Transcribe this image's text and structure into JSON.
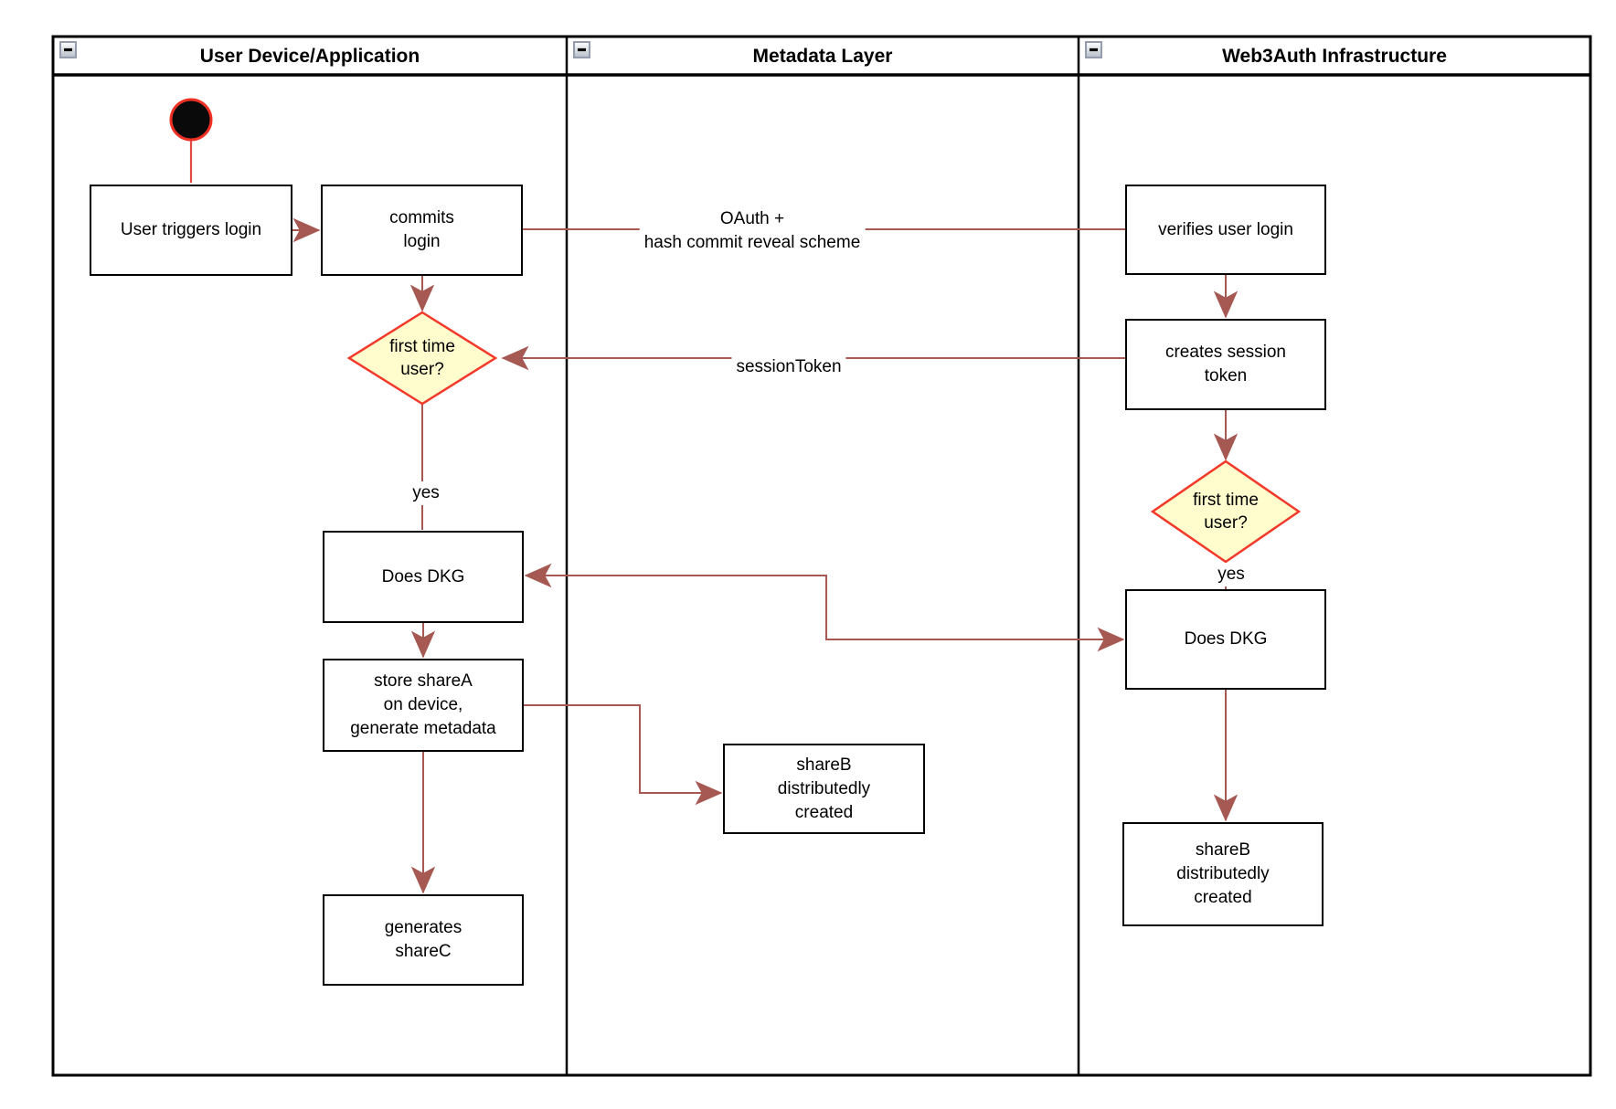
{
  "diagram": {
    "lanes": [
      {
        "title": "User Device/Application"
      },
      {
        "title": "Metadata Layer"
      },
      {
        "title": "Web3Auth Infrastructure"
      }
    ],
    "nodes": {
      "user_triggers": "User triggers login",
      "commits_login": "commits\nlogin",
      "first_time_user_left": "first time\nuser?",
      "does_dkg_left": "Does DKG",
      "store_sharea": "store shareA\non device,\ngenerate metadata",
      "generates_sharec": "generates\nshareC",
      "shareb_metadata": "shareB\ndistributedly\ncreated",
      "verifies_login": "verifies user login",
      "creates_session": "creates session\ntoken",
      "first_time_user_right": "first time\nuser?",
      "does_dkg_right": "Does DKG",
      "shareb_right": "shareB\ndistributedly\ncreated"
    },
    "labels": {
      "oauth": "OAuth +\nhash commit reveal scheme",
      "session_token": "sessionToken",
      "yes_left": "yes",
      "yes_right": "yes"
    },
    "colors": {
      "connector": "#a65852",
      "start_edge": "#e2493f",
      "start_circle_stroke": "#ef3124",
      "start_circle_fill": "#0a0a0a",
      "decision_fill": "#fffccd",
      "decision_stroke": "#f3392a",
      "node_border": "#000000",
      "lane_border": "#000000"
    }
  }
}
